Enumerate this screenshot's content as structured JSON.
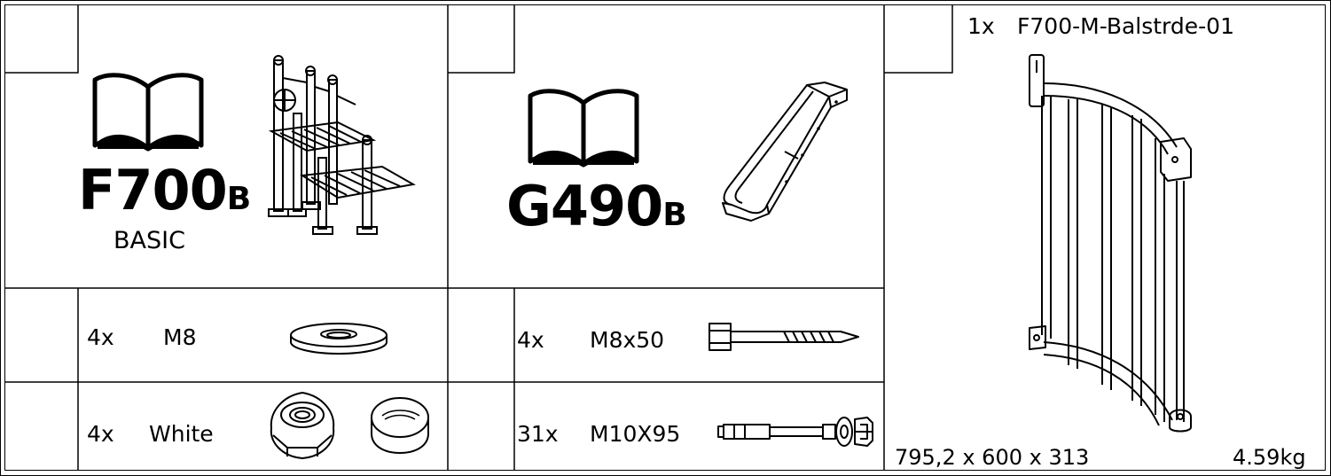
{
  "manuals": [
    {
      "code": "F700",
      "suffix": "B",
      "subtitle": "BASIC",
      "icon": "book-icon",
      "illustration": "playset-icon"
    },
    {
      "code": "G490",
      "suffix": "B",
      "icon": "book-icon",
      "illustration": "slide-icon"
    }
  ],
  "parts": [
    {
      "qty": "4x",
      "code": "M8",
      "icon": "washer-icon"
    },
    {
      "qty": "4x",
      "code": "White",
      "icon": "bolt-cap-icon"
    },
    {
      "qty": "4x",
      "code": "M8x50",
      "icon": "lag-screw-icon"
    },
    {
      "qty": "31x",
      "code": "M10X95",
      "icon": "anchor-bolt-icon"
    }
  ],
  "component": {
    "qty": "1x",
    "code": "F700-M-Balstrde-01",
    "icon": "balustrade-icon",
    "dimensions": "795,2 x 600 x 313",
    "weight": "4.59kg"
  }
}
